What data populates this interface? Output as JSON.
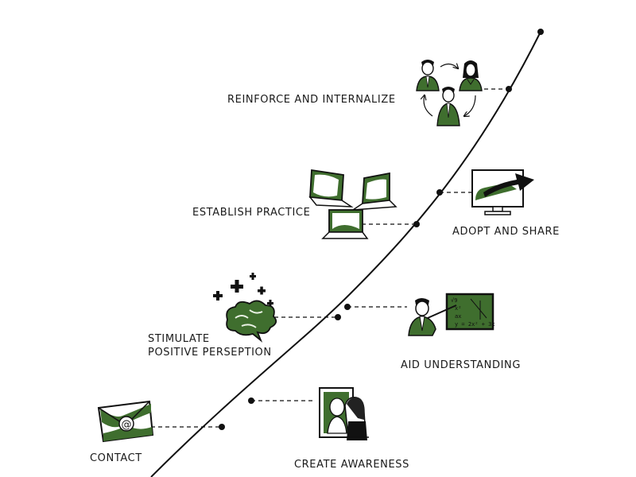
{
  "colors": {
    "ink": "#111111",
    "accent": "#3f6e2e",
    "paper": "#ffffff"
  },
  "steps": [
    {
      "id": "contact",
      "label": "CONTACT",
      "icon": "envelope-icon"
    },
    {
      "id": "create-awareness",
      "label": "CREATE AWARENESS",
      "icon": "mirror-woman-icon"
    },
    {
      "id": "stimulate-perception",
      "label_lines": [
        "STIMULATE",
        "POSITIVE PERSEPTION"
      ],
      "icon": "brain-plus-icon"
    },
    {
      "id": "aid-understanding",
      "label": "AID UNDERSTANDING",
      "icon": "teacher-chalkboard-icon"
    },
    {
      "id": "establish-practice",
      "label": "ESTABLISH PRACTICE",
      "icon": "laptops-icon"
    },
    {
      "id": "adopt-share",
      "label": "ADOPT AND SHARE",
      "icon": "monitor-arrow-icon"
    },
    {
      "id": "reinforce",
      "label": "REINFORCE AND INTERNALIZE",
      "icon": "team-cycle-icon"
    }
  ],
  "chalkboard": {
    "line1": "√9",
    "line2": "x²",
    "line3": "ax",
    "line4": "y = 2x² + 3x"
  }
}
